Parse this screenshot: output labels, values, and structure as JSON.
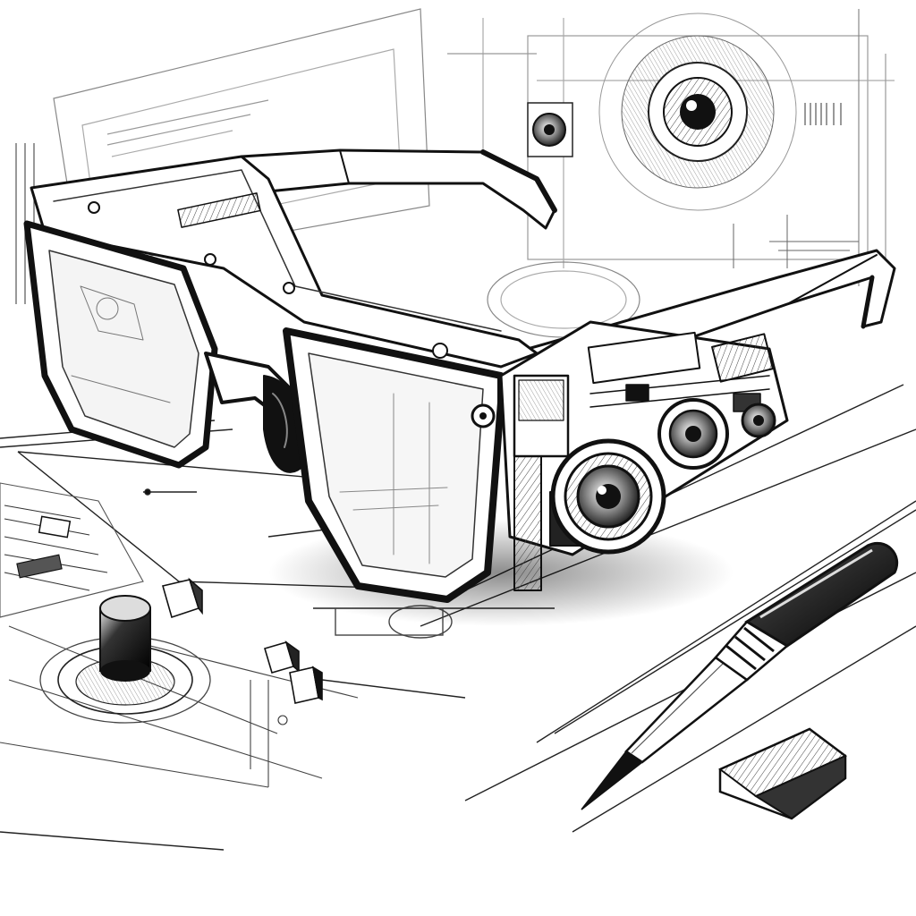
{
  "palette": {
    "paper": "#ffffff",
    "ink": "#111111",
    "ink_mid": "#555555",
    "ink_light": "#9a9a9a",
    "shade": "#2a2a2a"
  },
  "subjects": {
    "main": "smart-glasses-with-camera-module",
    "secondary": [
      "stylus-pen",
      "eraser-block",
      "knob-component",
      "small-cube-components",
      "camera-lens-schematic"
    ]
  }
}
